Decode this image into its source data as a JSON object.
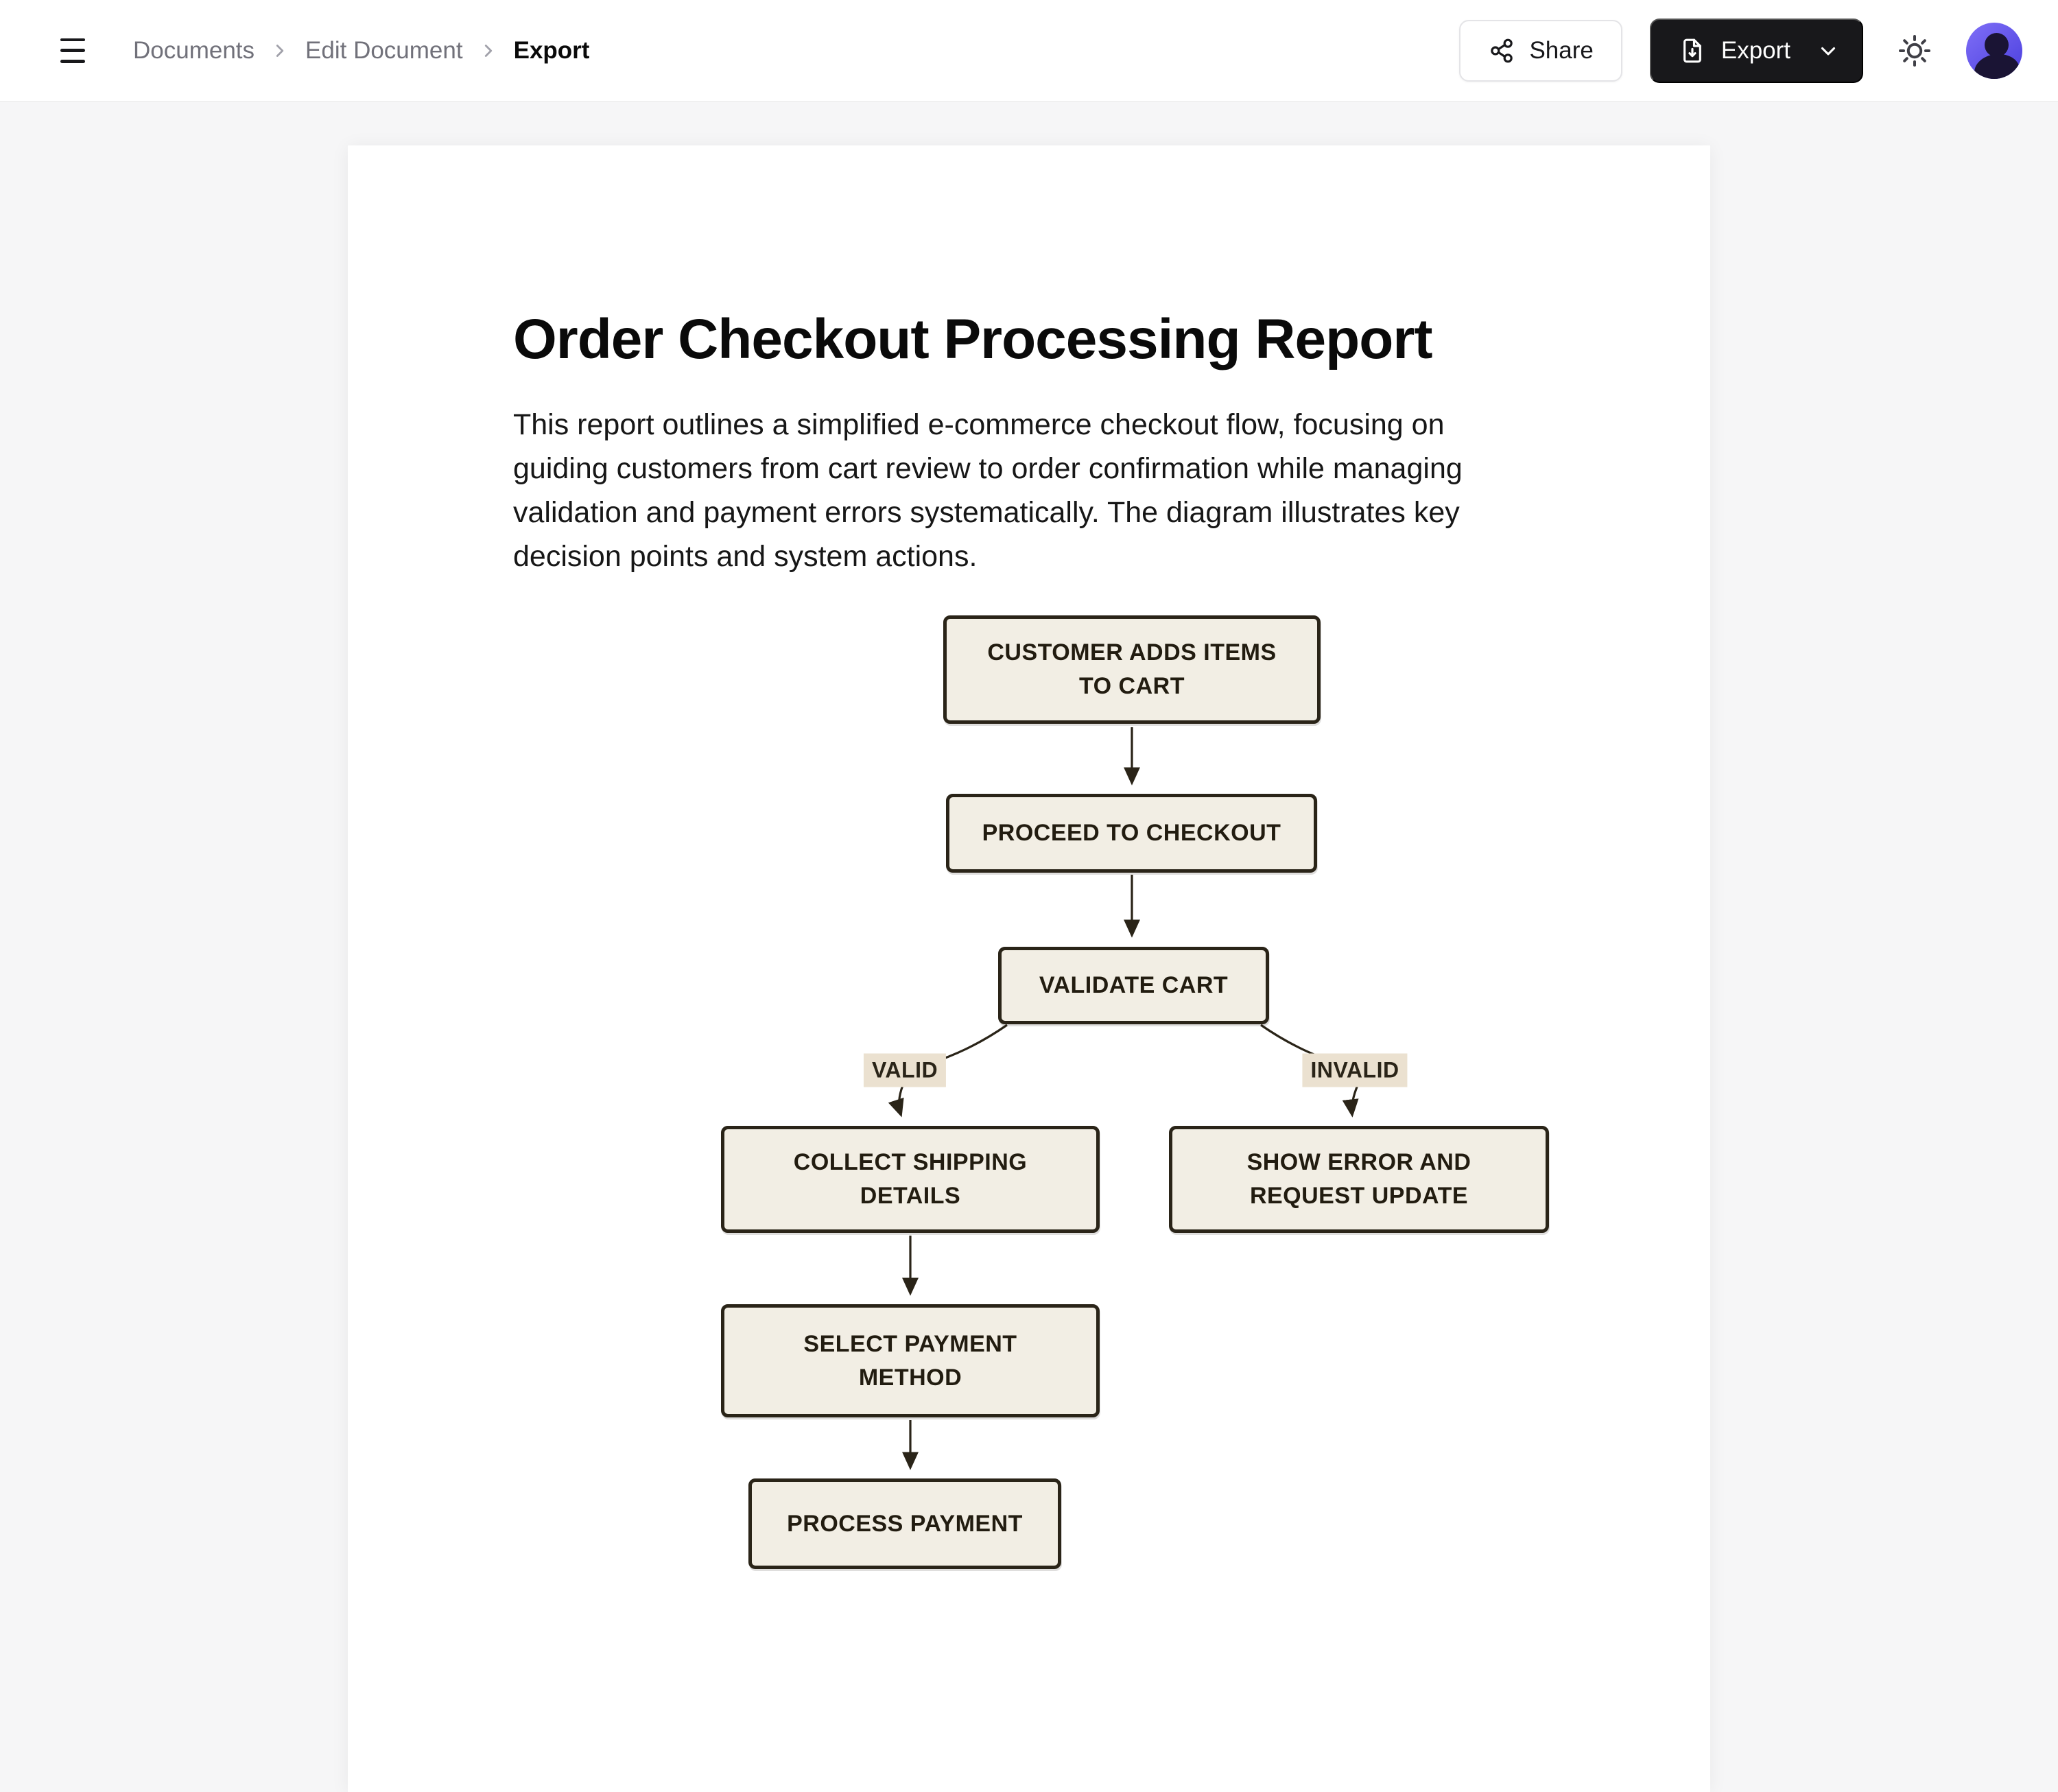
{
  "header": {
    "breadcrumb": {
      "items": [
        "Documents",
        "Edit Document",
        "Export"
      ]
    },
    "share_button": {
      "label": "Share"
    },
    "export_button": {
      "label": "Export"
    },
    "icons": {
      "menu": "menu-icon",
      "separator": "chevron-right-icon",
      "share": "share-nodes-icon",
      "export_file": "file-download-icon",
      "export_chevron": "chevron-down-icon",
      "theme": "sun-icon",
      "avatar": "user-avatar"
    }
  },
  "document": {
    "title": "Order Checkout Processing Report",
    "paragraph_lines": [
      "This report outlines a simplified e-commerce checkout flow, focusing on",
      "guiding customers from cart review to order confirmation while managing",
      "validation and payment errors systematically. The diagram illustrates key",
      "decision points and system actions."
    ]
  },
  "flowchart": {
    "nodes": [
      {
        "id": "customer-adds-items",
        "line1": "CUSTOMER ADDS ITEMS",
        "line2": "TO CART"
      },
      {
        "id": "proceed-to-checkout",
        "line1": "PROCEED TO CHECKOUT",
        "line2": ""
      },
      {
        "id": "validate-cart",
        "line1": "VALIDATE CART",
        "line2": ""
      },
      {
        "id": "collect-shipping",
        "line1": "COLLECT SHIPPING",
        "line2": "DETAILS"
      },
      {
        "id": "show-error",
        "line1": "SHOW ERROR AND",
        "line2": "REQUEST UPDATE"
      },
      {
        "id": "select-payment",
        "line1": "SELECT PAYMENT",
        "line2": "METHOD"
      },
      {
        "id": "process-payment",
        "line1": "PROCESS PAYMENT",
        "line2": ""
      }
    ],
    "edge_labels": {
      "valid": "VALID",
      "invalid": "INVALID"
    }
  },
  "colors": {
    "background": "#f6f6f7",
    "page": "#ffffff",
    "node_fill": "#f2eee4",
    "node_border": "#2a2418",
    "edge_label_bg": "#ebe1d0",
    "export_button_bg": "#18181b",
    "avatar_accent": "#5b4fe8",
    "breadcrumb_muted": "#71717a"
  }
}
